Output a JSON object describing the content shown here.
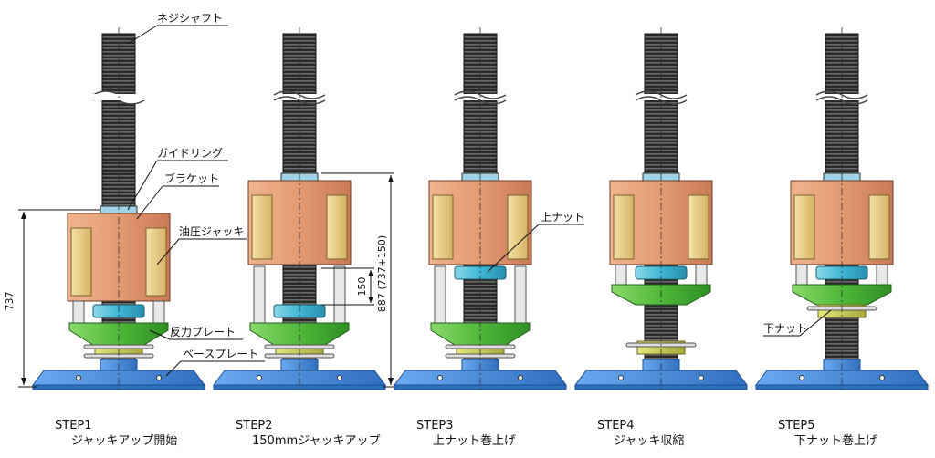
{
  "labels": {
    "screw_shaft": "ネジシャフト",
    "guide_ring": "ガイドリング",
    "bracket": "ブラケット",
    "hydraulic_jack": "油圧ジャッキ",
    "reaction_plate": "反力プレート",
    "base_plate": "ベースプレート",
    "upper_nut": "上ナット",
    "lower_nut": "下ナット"
  },
  "dimensions": {
    "d737": "737",
    "d150": "150",
    "d887": "887 (737+150)"
  },
  "steps": [
    {
      "title": "STEP1",
      "desc": "ジャッキアップ開始"
    },
    {
      "title": "STEP2",
      "desc": "150mmジャッキアップ"
    },
    {
      "title": "STEP3",
      "desc": "上ナット巻上げ"
    },
    {
      "title": "STEP4",
      "desc": "ジャッキ収縮"
    },
    {
      "title": "STEP5",
      "desc": "下ナット巻上げ"
    }
  ],
  "colors": {
    "shaft": "#3c3c3c",
    "bracket": "#e8a07a",
    "jack": "#ead08a",
    "guide_ring": "#3fb6d6",
    "upper_nut": "#5fc7d8",
    "reaction_plate": "#66c24a",
    "lower_nut": "#c8c84a",
    "base": "#4a8fd8"
  }
}
